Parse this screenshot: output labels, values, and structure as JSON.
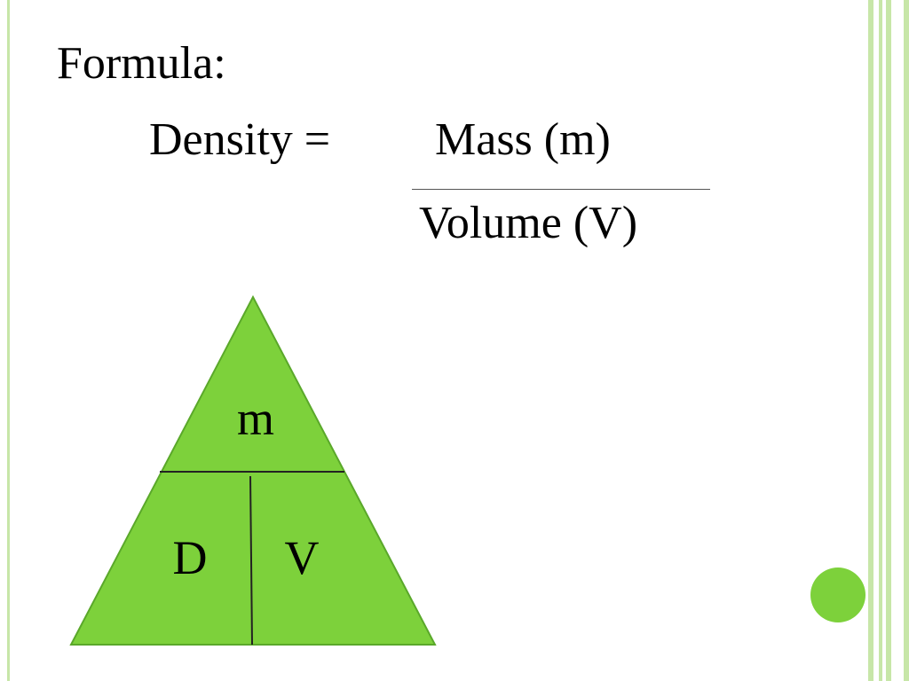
{
  "slide": {
    "title": "Formula:",
    "formula_lhs": "Density = ",
    "formula_numerator": "Mass (m)",
    "formula_denominator": "Volume (V)"
  },
  "triangle": {
    "top_label": "m",
    "bottom_left_label": "D",
    "bottom_right_label": "V",
    "fill_color": "#7dd13b"
  },
  "colors": {
    "frame": "#c7e6a8",
    "accent_dot": "#7dd13b"
  }
}
